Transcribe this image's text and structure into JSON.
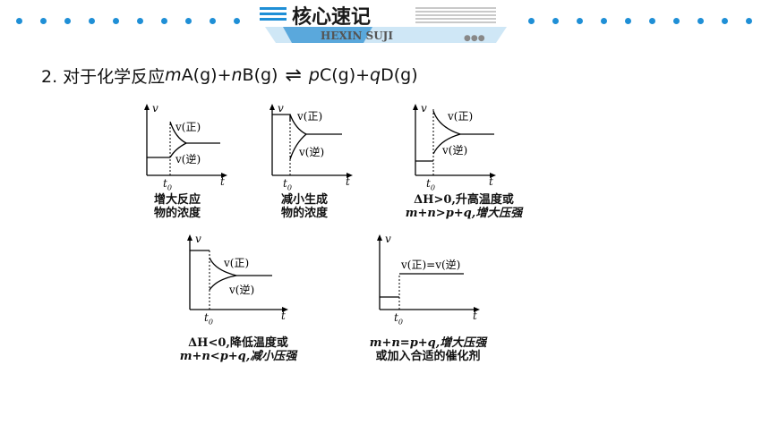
{
  "header": {
    "title": "核心速记",
    "subtitle": "HEXIN SUJI",
    "accent_color": "#1f8fd6"
  },
  "reaction": {
    "prefix": "2. 对于化学反应",
    "m": "m",
    "A": "A(g)+",
    "n": "n",
    "B": "B(g)",
    "arrow": "⇌",
    "p": "p",
    "C": "C(g)+",
    "q": "q",
    "D": "D(g)"
  },
  "labels": {
    "v": "v",
    "t": "t",
    "t0": "t",
    "t0_sub": "0",
    "v_forward": "v(正)",
    "v_reverse": "v(逆)",
    "v_equal": "v(正)=v(逆)"
  },
  "panels": [
    {
      "caption": [
        "增大反应",
        "物的浓度"
      ]
    },
    {
      "caption": [
        "减小生成",
        "物的浓度"
      ]
    },
    {
      "caption": [
        "ΔH>0,升高温度或",
        "m+n>p+q,增大压强"
      ]
    },
    {
      "caption": [
        "ΔH<0,降低温度或",
        "m+n<p+q,减小压强"
      ]
    },
    {
      "caption": [
        "m+n=p+q,增大压强",
        "或加入合适的催化剂"
      ]
    }
  ]
}
